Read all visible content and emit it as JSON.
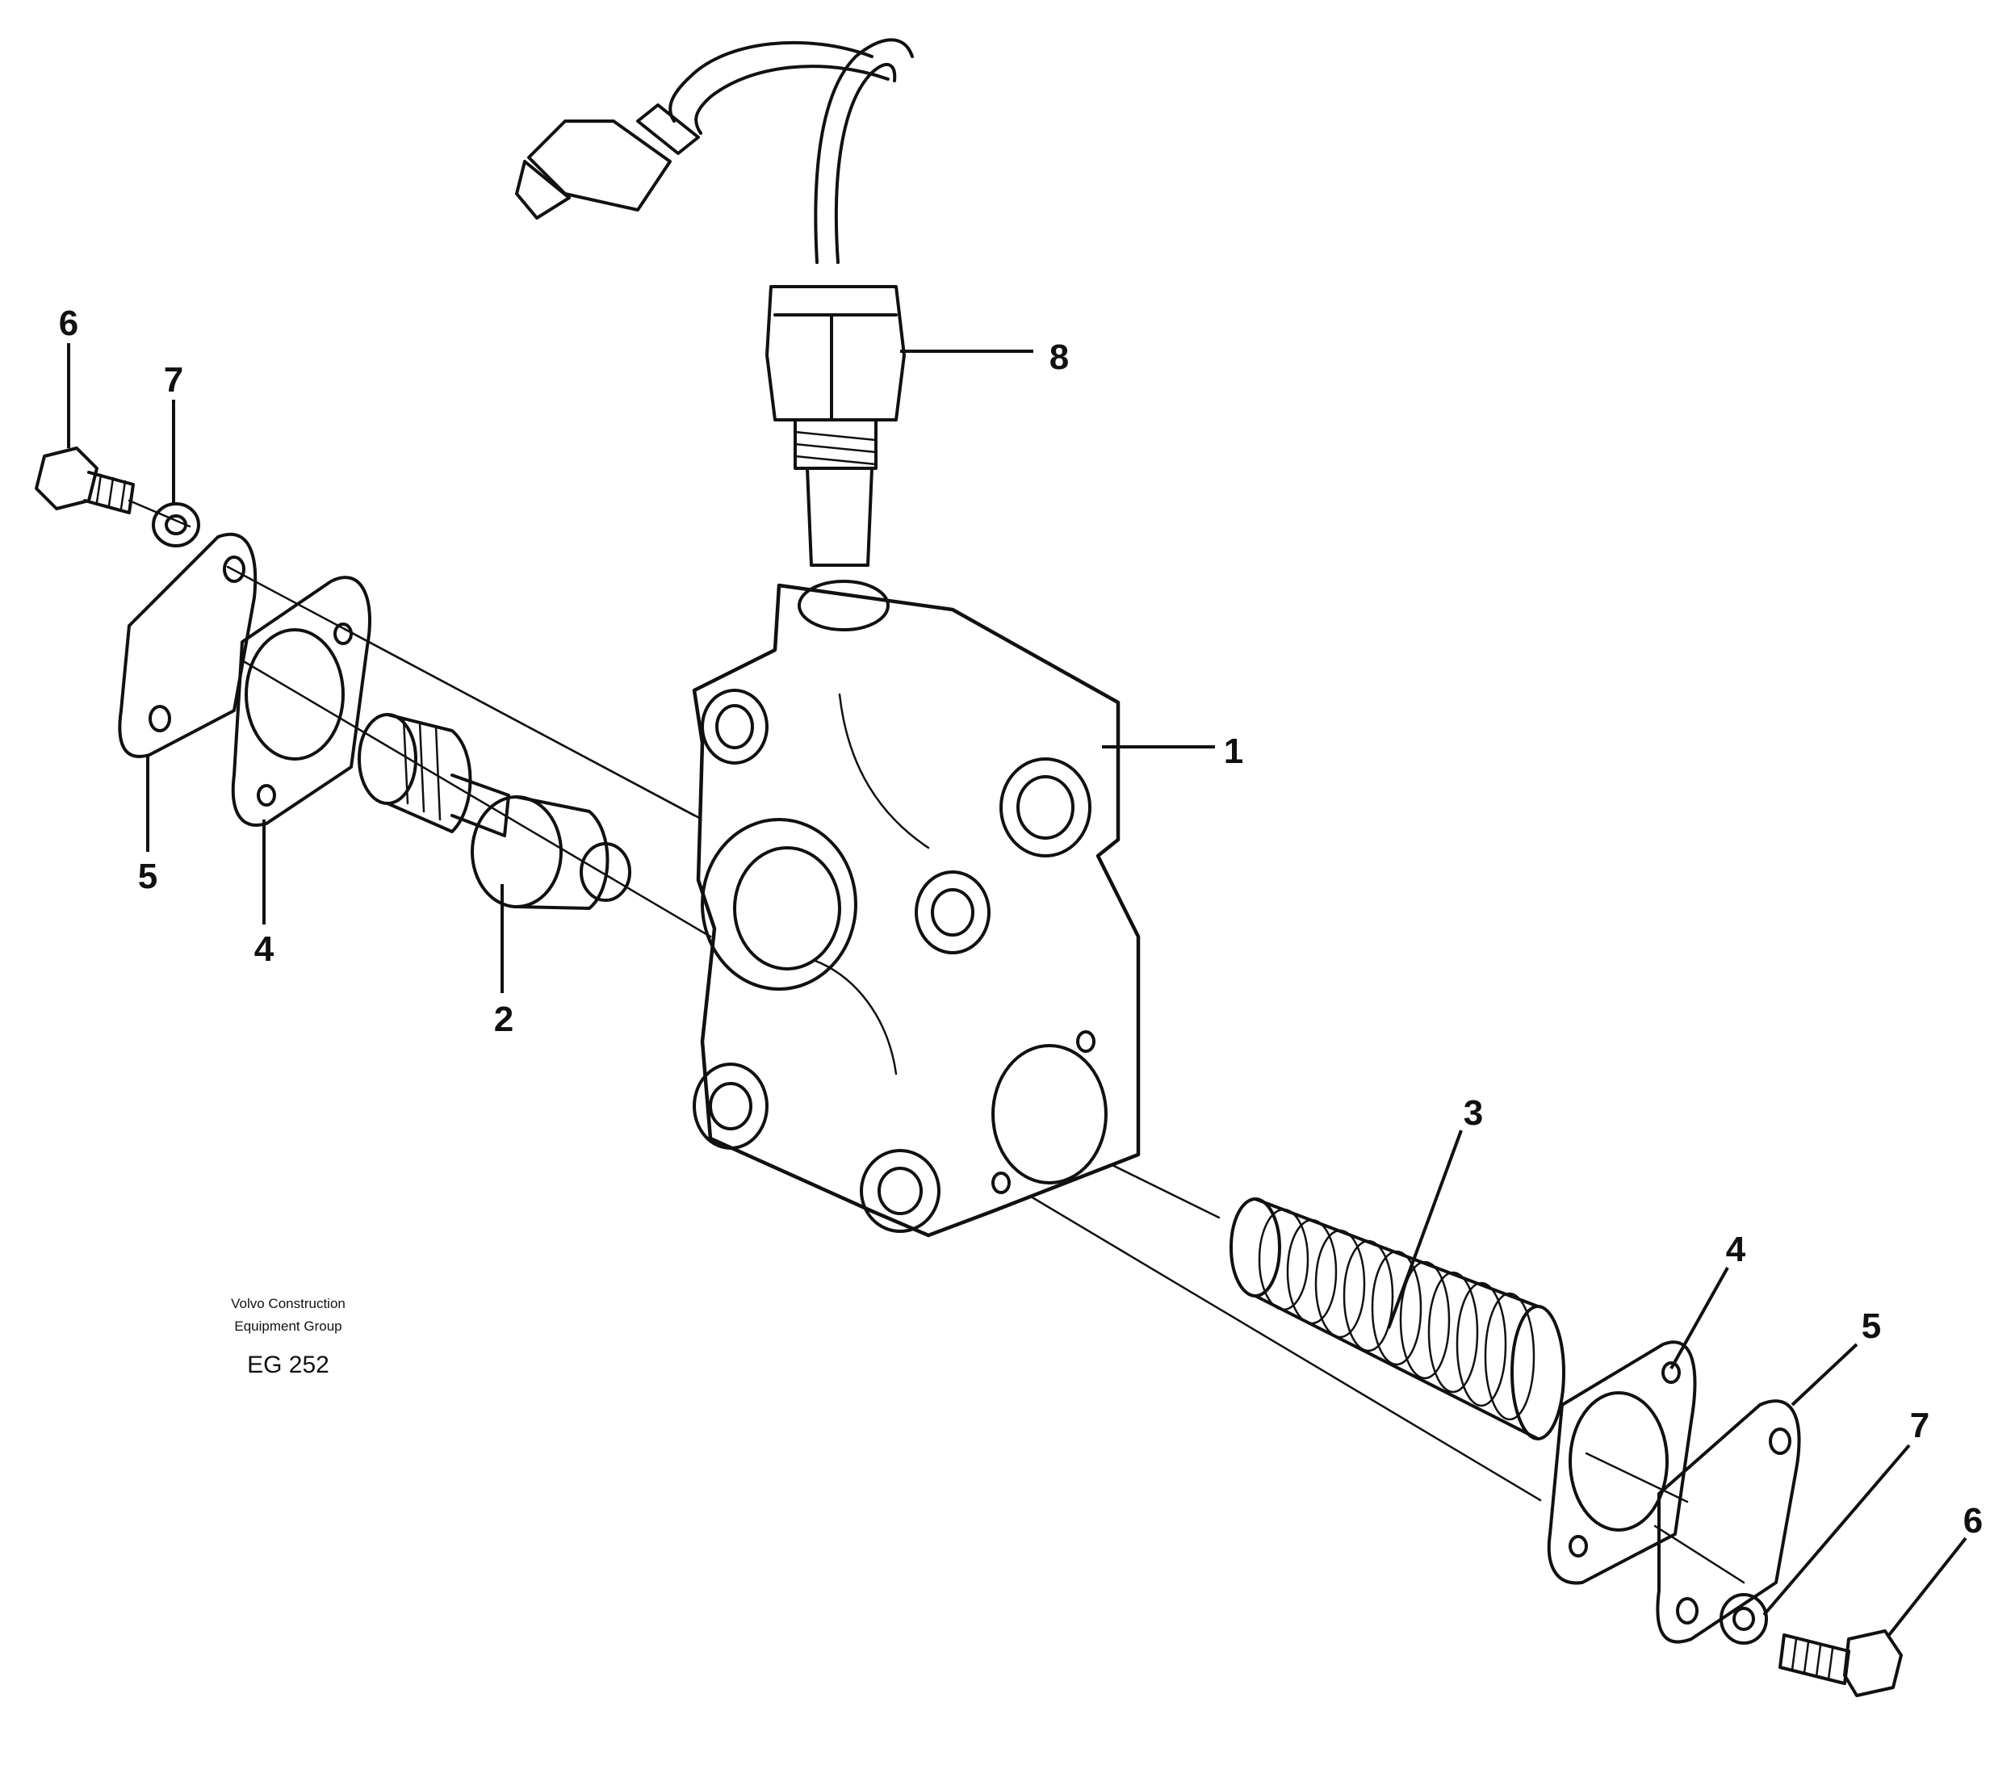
{
  "callouts": {
    "c1": "1",
    "c2": "2",
    "c3": "3",
    "c4_left": "4",
    "c4_right": "4",
    "c5_left": "5",
    "c5_right": "5",
    "c6_left": "6",
    "c6_right": "6",
    "c7_left": "7",
    "c7_right": "7",
    "c8": "8"
  },
  "credit": {
    "line1": "Volvo Construction",
    "line2": "Equipment Group",
    "code": "EG 252"
  }
}
